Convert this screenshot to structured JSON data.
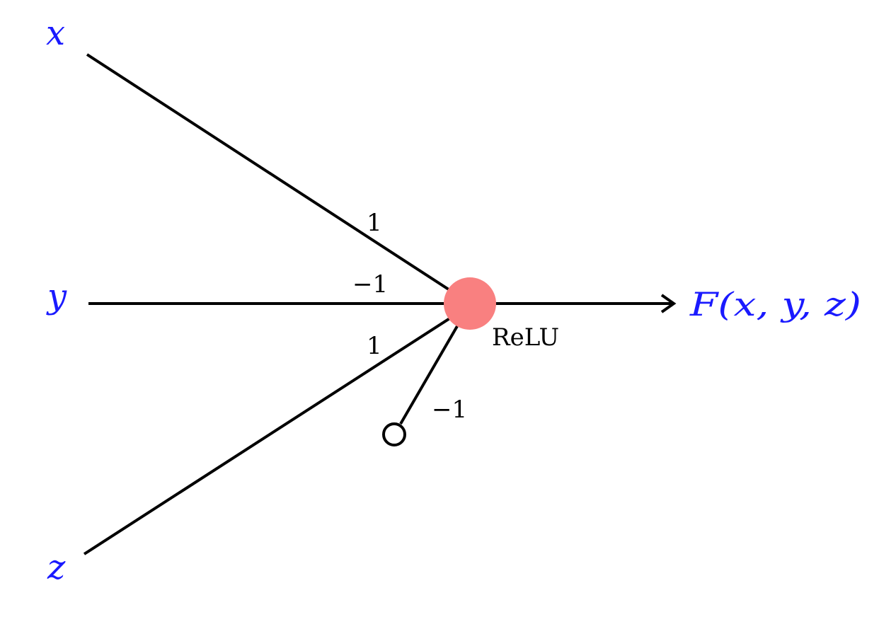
{
  "inputs": {
    "x": "x",
    "y": "y",
    "z": "z"
  },
  "weights": {
    "x": "1",
    "y": "−1",
    "z": "1",
    "bias": "−1"
  },
  "node": {
    "label": "ReLU",
    "color": "#f98080"
  },
  "output": {
    "label": "F(x, y, z)"
  },
  "colors": {
    "variable": "#1a1aff",
    "edge": "#000000"
  }
}
